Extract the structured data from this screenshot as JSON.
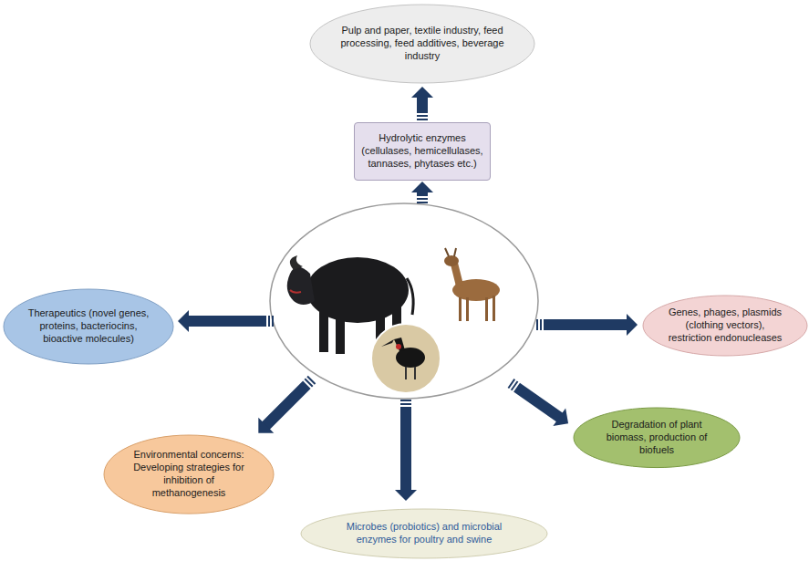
{
  "diagram": {
    "nodes": [
      {
        "text": [
          "Pulp and paper, textile industry, feed processing, feed additives, beverage industry"
        ]
      },
      {
        "text": [
          "Hydrolytic enzymes (cellulases, hemicellulases, tannases, phytases etc.)"
        ]
      },
      {
        "text": [
          "Therapeutics (novel genes, proteins, bacteriocins, bioactive molecules)"
        ]
      },
      {
        "text": [
          "Genes, phages, plasmids (clothing vectors), restriction endonucleases"
        ]
      },
      {
        "text": [
          "Environmental concerns: Developing strategies for inhibition of methanogenesis"
        ]
      },
      {
        "text": [
          "Degradation of plant biomass, production of biofuels"
        ]
      },
      {
        "text": [
          "Microbes (probiotics) and microbial enzymes for poultry and swine"
        ]
      }
    ],
    "edges": [
      {
        "from": 1,
        "to": 0,
        "arrow": "to"
      }
    ]
  }
}
